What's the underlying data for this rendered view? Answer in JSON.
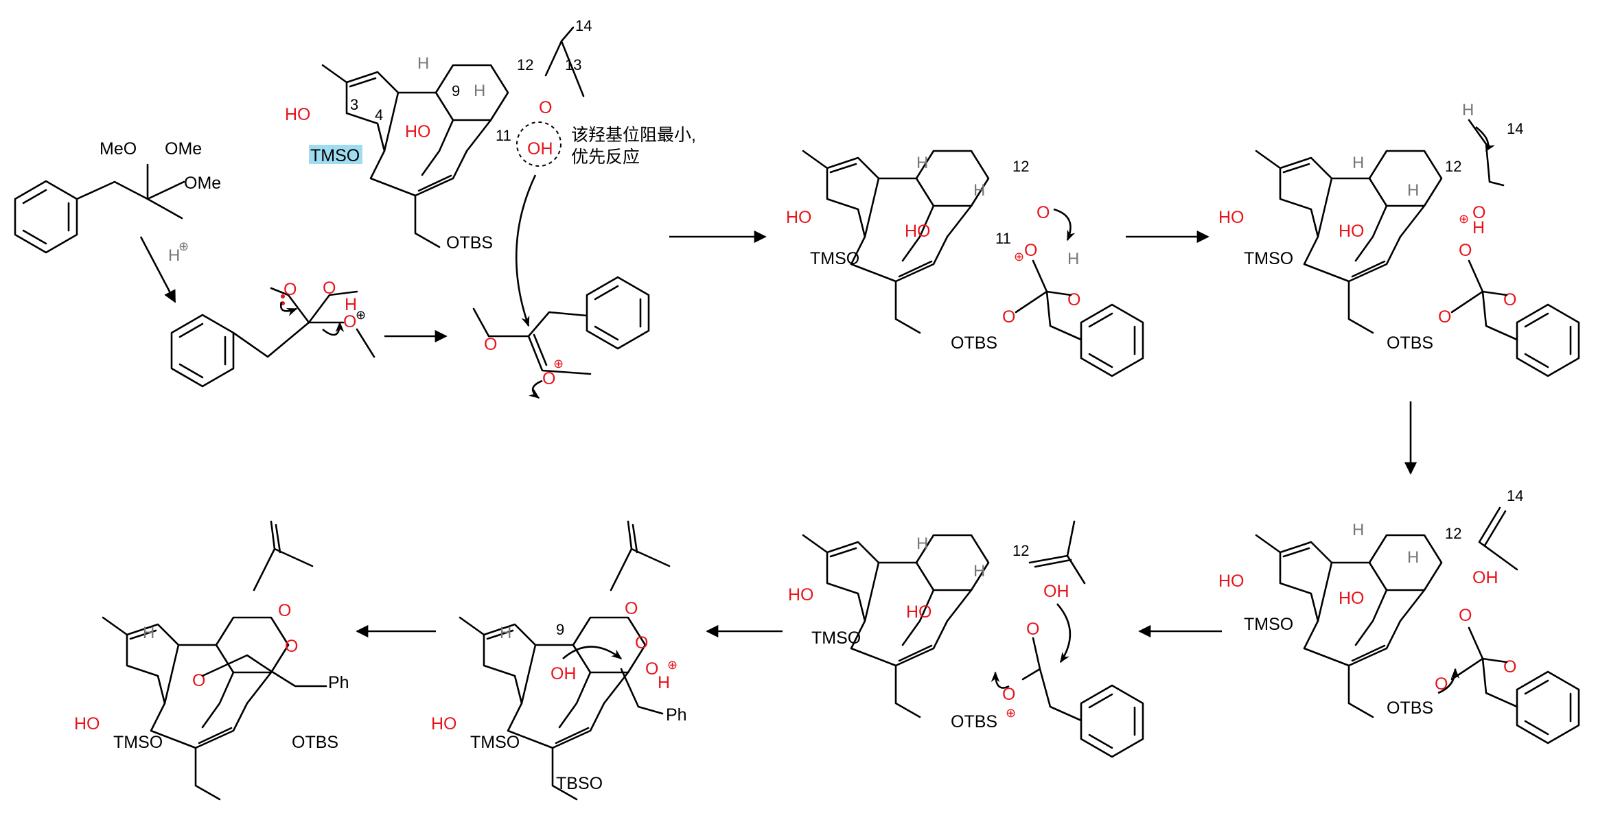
{
  "reagent": {
    "meo": "MeO",
    "ome1": "OMe",
    "ome2": "OMe"
  },
  "catalyst": {
    "h": "H",
    "plus": "⊕"
  },
  "oxocarbenium": {
    "o1": "O",
    "o2": "O",
    "o3": "O",
    "h": "H",
    "plus": "⊕"
  },
  "ester_cation": {
    "o1": "O",
    "o2": "O",
    "plus": "⊕"
  },
  "start": {
    "ho": "HO",
    "tmso": "TMSO",
    "ho9": "HO",
    "oh11": "OH",
    "otbs": "OTBS",
    "o_epox": "O",
    "h1": "H",
    "h2": "H",
    "num3": "3",
    "num4": "4",
    "num9": "9",
    "num11": "11",
    "num12": "12",
    "num13": "13",
    "num14": "14",
    "note_line1": "该羟基位阻最小,",
    "note_line2": "优先反应"
  },
  "int1": {
    "ho": "HO",
    "tmso": "TMSO",
    "ho9": "HO",
    "otbs": "OTBS",
    "o_epox": "O",
    "o11": "O",
    "o_a": "O",
    "o_b": "O",
    "h": "H",
    "h1": "H",
    "h2": "H",
    "plus": "⊕",
    "num11": "11",
    "num12": "12"
  },
  "int2": {
    "ho": "HO",
    "tmso": "TMSO",
    "ho9": "HO",
    "otbs": "OTBS",
    "o_epox": "O",
    "o11": "O",
    "o_a": "O",
    "o_b": "O",
    "h": "H",
    "h14": "H",
    "h1": "H",
    "h2": "H",
    "plus": "⊕",
    "num12": "12",
    "num14": "14"
  },
  "int3": {
    "ho": "HO",
    "tmso": "TMSO",
    "ho9": "HO",
    "otbs": "OTBS",
    "oh": "OH",
    "o11": "O",
    "o_a": "O",
    "o_b": "O",
    "h1": "H",
    "h2": "H",
    "num12": "12",
    "num14": "14"
  },
  "int4": {
    "ho": "HO",
    "tmso": "TMSO",
    "ho9": "HO",
    "otbs": "OTBS",
    "oh": "OH",
    "o11": "O",
    "o_a": "O",
    "h1": "H",
    "h2": "H",
    "plus": "⊕",
    "num12": "12"
  },
  "int5": {
    "ho": "HO",
    "tmso": "TMSO",
    "oh9": "OH",
    "tbso": "TBSO",
    "o1": "O",
    "o2": "O",
    "o3": "O",
    "h": "H",
    "h1": "H",
    "plus": "⊕",
    "ph": "Ph",
    "num9": "9"
  },
  "product": {
    "ho": "HO",
    "tmso": "TMSO",
    "otbs": "OTBS",
    "o1": "O",
    "o2": "O",
    "o3": "O",
    "h1": "H",
    "ph": "Ph"
  },
  "colors": {
    "heteroatom": "#e8141b",
    "highlight": "#9fdcf2",
    "bond": "#000000",
    "hydrogen": "#777777"
  }
}
